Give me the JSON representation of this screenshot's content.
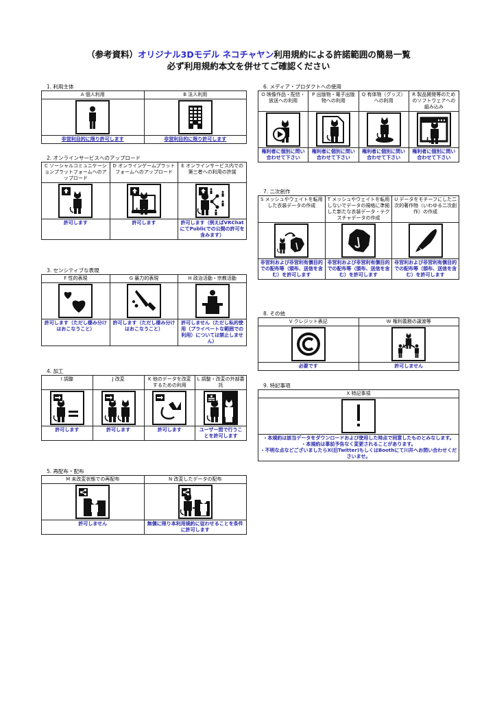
{
  "header": {
    "title_prefix": "（参考資料）",
    "title_model": "オリジナル3Dモデル ネコチャヤン",
    "title_suffix": "利用規約による許諾範囲の簡易一覧",
    "subtitle": "必ず利用規約本文を併せてご確認ください"
  },
  "sections": {
    "s1": {
      "label": "1. 利用主体",
      "items": [
        {
          "header": "A 個人利用",
          "icon": "person-icon",
          "value": "非営利目的に限り許可します"
        },
        {
          "header": "B 法人利用",
          "icon": "building-icon",
          "value": "非営利目的に限り許可します"
        }
      ]
    },
    "s2": {
      "label": "2. オンラインサービスへのアップロード",
      "items": [
        {
          "header": "C ソーシャルコミュニケーションプラットフォームへのアップロード",
          "icon": "upload-sns-icon",
          "value": "許可します"
        },
        {
          "header": "D オンラインゲームプラットフォームへのアップロード",
          "icon": "upload-game-icon",
          "value": "許可します"
        },
        {
          "header": "E オンラインサービス内での第三者への利用の許諾",
          "icon": "upload-share-icon",
          "value": "許可します（例えばVRChatにてPublicでの公開の許可を含みます）"
        }
      ]
    },
    "s3": {
      "label": "3. センシティブな表現",
      "items": [
        {
          "header": "F 性的表現",
          "icon": "hearts-icon",
          "value": "許可します（ただし棲み分けはおこなうこと）"
        },
        {
          "header": "G 暴力的表現",
          "icon": "knife-icon",
          "value": "許可します（ただし棲み分けはおこなうこと）"
        },
        {
          "header": "H 政治活動・宗教活動",
          "icon": "podium-icon",
          "value": "許可しません（ただし私的使用（プライベートな範囲での利用）については禁止しません）"
        }
      ]
    },
    "s4": {
      "label": "4. 加工",
      "items": [
        {
          "header": "I 調整",
          "icon": "adjust-icon",
          "value": "許可します"
        },
        {
          "header": "J 改変",
          "icon": "modify-icon",
          "value": "許可します"
        },
        {
          "header": "K 他のデータを改変するための利用",
          "icon": "parts-icon",
          "value": "許可します"
        },
        {
          "header": "L 調整・改変の外部委託",
          "icon": "outsource-icon",
          "value": "ユーザー間で行うことを許可します"
        }
      ]
    },
    "s5": {
      "label": "5. 再配布・配布",
      "items": [
        {
          "header": "M 未改変状態での再配布",
          "icon": "redistribute-icon",
          "value": "許可しません"
        },
        {
          "header": "N 改変したデータの配布",
          "icon": "distribute-modified-icon",
          "value": "無償に限り本利用規約に従わせることを条件に許可します"
        }
      ]
    },
    "s6": {
      "label": "6. メディア・プロダクトへの使用",
      "items": [
        {
          "header": "O 映像作品・配信・放送への利用",
          "icon": "video-icon",
          "value": "権利者に個別に問い合わせて下さい"
        },
        {
          "header": "P 出版物・電子出版物への利用",
          "icon": "publication-icon",
          "value": "権利者に個別に問い合わせて下さい"
        },
        {
          "header": "Q 有体物（グッズ）への利用",
          "icon": "figure-icon",
          "value": "権利者に個別に問い合わせて下さい"
        },
        {
          "header": "R 製品開発等のためのソフトウェアへの組み込み",
          "icon": "software-icon",
          "value": "権利者に個別に問い合わせて下さい"
        }
      ]
    },
    "s7": {
      "label": "7. 二次創作",
      "items": [
        {
          "header": "S メッシュやウェイトを転用した衣装データの作成",
          "icon": "costume-transfer-icon",
          "value": "非営利および非営利有償目的での配布等（頒布、送信を含む）を許可します"
        },
        {
          "header": "T メッシュやウェイトを転用しないでデータの規格に準拠した新たな衣装データ・テクスチャデータの作成",
          "icon": "costume-icon",
          "value": "非営利および非営利有償目的での配布等（頒布、送信を含む）を許可します"
        },
        {
          "header": "U データをモチーフにした二次的著作物（いわゆる二次創作）の作成",
          "icon": "pen-icon",
          "value": "非営利および非営利有償目的での配布等（頒布、送信を含む）を許可します"
        }
      ]
    },
    "s8": {
      "label": "8. その他",
      "items": [
        {
          "header": "V クレジット表記",
          "icon": "copyright-icon",
          "value": "必要です"
        },
        {
          "header": "W 権利義務の譲渡等",
          "icon": "transfer-rights-icon",
          "value": "許可しません"
        }
      ]
    },
    "s9": {
      "label": "9. 特記事項",
      "items": [
        {
          "header": "X 特記事項",
          "icon": "exclamation-icon",
          "lines": [
            "・本規約は該当データをダウンロードおよび使用した時点で同意したものとみなします。",
            "・本規約は事前予告なく変更されることがあります。",
            "・不明な点などございましたらX(旧Twitter)もしくはBoothにて川井へお問い合わせくださいませ。"
          ]
        }
      ]
    }
  },
  "colors": {
    "link_blue": "#2a2aaa",
    "title_blue": "#2a2acc",
    "border": "#222222"
  }
}
